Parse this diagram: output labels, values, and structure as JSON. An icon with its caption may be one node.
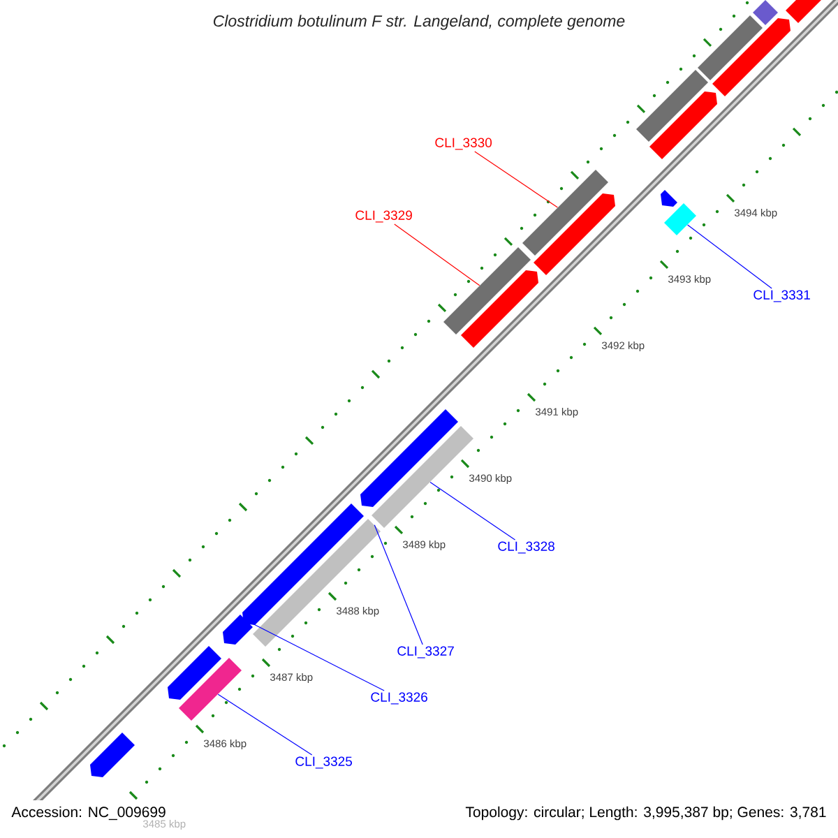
{
  "diagram": {
    "title": "Clostridium botulinum F str. Langeland, complete genome",
    "nodes": [
      {
        "text": [
          "CLI_3330"
        ]
      },
      {
        "text": [
          "CLI_3329"
        ]
      },
      {
        "text": [],
        "shape": "bar"
      },
      {
        "text": [],
        "shape": "bar"
      },
      {
        "text": [
          "CLI_3331"
        ]
      },
      {
        "text": [],
        "shape": "bar"
      },
      {
        "text": [],
        "shape": "bar"
      },
      {
        "text": [
          "CLI_3328"
        ]
      },
      {
        "text": [],
        "shape": "bar"
      },
      {
        "text": [
          "CLI_3327"
        ]
      },
      {
        "text": [],
        "shape": "arrow"
      },
      {
        "text": [
          "CLI_3326"
        ]
      },
      {
        "text": [],
        "shape": "bar"
      },
      {
        "text": [
          "CLI_3325"
        ]
      },
      {
        "text": [],
        "shape": "arrow"
      },
      {
        "text": [],
        "shape": "arrow"
      },
      {
        "text": [],
        "shape": "bar"
      },
      {
        "text": [],
        "shape": "bar"
      },
      {
        "text": [],
        "shape": "bar"
      },
      {
        "text": [],
        "shape": "arrow"
      },
      {
        "text": [],
        "shape": "arrow"
      },
      {
        "text": [],
        "shape": "bar"
      },
      {
        "text": [],
        "shape": "arrow"
      },
      {
        "text": [],
        "shape": "arrow"
      },
      {
        "text": [],
        "shape": "arrow"
      },
      {
        "text": [],
        "shape": "arrow"
      },
      {
        "text": [],
        "shape": "arrow"
      }
    ],
    "edges": [
      {
        "from": 0,
        "to": 2,
        "arrow": "none",
        "color": "#ff0000"
      },
      {
        "from": 1,
        "to": 3,
        "arrow": "none",
        "color": "#ff0000"
      },
      {
        "from": 4,
        "to": 5,
        "arrow": "none"
      },
      {
        "from": 7,
        "to": 6,
        "arrow": "none"
      },
      {
        "from": 9,
        "to": 8,
        "arrow": "none"
      },
      {
        "from": 11,
        "to": 10,
        "arrow": "none"
      },
      {
        "from": 13,
        "to": 12,
        "arrow": "none"
      }
    ],
    "labels": [
      "3494 kbp",
      "3493 kbp",
      "3492 kbp",
      "3491 kbp",
      "3490 kbp",
      "3489 kbp",
      "3488 kbp",
      "3487 kbp",
      "3486 kbp",
      "3485 kbp",
      "Accession: NC_009699",
      "Topology: circular; Length: 3,995,387 bp; Genes: 3,781"
    ]
  }
}
